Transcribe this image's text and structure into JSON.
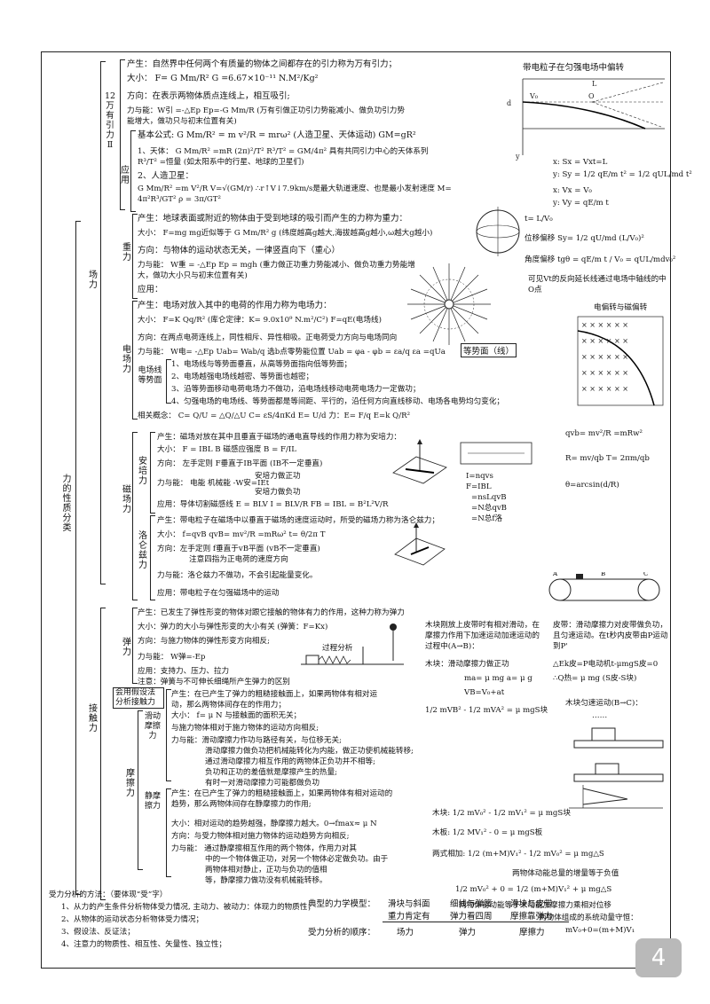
{
  "tree": {
    "root": "力的性质分类",
    "field_force": "场力",
    "contact_force": "接触力",
    "gravitation_label": "12万有引力Ⅱ",
    "gravity_label": "重力",
    "electric_label": "电场力",
    "magnetic_label": "磁场力",
    "ampere_label": "安培力",
    "lorentz_label": "洛仑兹力",
    "elastic_label": "弹力",
    "friction_label": "摩擦力",
    "sliding_label": "滑动摩擦力",
    "static_label": "静摩擦力",
    "app_label": "应用",
    "eq_surface_label": "电场线等势面",
    "hypothesis_box": "会用假设法分析接触力"
  },
  "gravitation": {
    "origin": "产生：自然界中任何两个有质量的物体之间都存在的引力称为万有引力；",
    "size": "大小： F= G Mm/R²  G =6.67×10⁻¹¹ N.M²/Kg²",
    "direction": "方向：在表示两物体质点连线上，相互吸引;",
    "work": "力与能：W引 =-△Ep  Ep=-G Mm/R (万有引做正功引力势能减小、做负功引力势能增大，做功只与初末位置有关)",
    "formula": "基本公式: G Mm/R² = m v²/R = mrω² (人造卫星、天体运动) GM=gR²",
    "app1": "1、天体： G Mm/R² =mR (2π)²/T²  R³/T² = GM/4π²  具有共同引力中心的天体系列 R³/T² =恒量 (如太阳系中的行星、地球的卫星们)",
    "app2": "2、人造卫星：",
    "app2b": "G Mm/R² =m V²/R   V=√(GM/r)   ∴r↑V↓7.9km/s是最大轨道速度、也是最小发射速度   M= 4π²R³/GT²   ρ = 3π/GT²"
  },
  "gravity": {
    "origin": "产生：地球表面或附近的物体由于受到地球的吸引而产生的力称为重力：",
    "size": "大小： F=mg  mg近似等于 G Mm/R² g (纬度越高g越大,海拔越高g越小,ω越大g越小)",
    "direction": "方向：与物体的运动状态无关，一律竖直向下（重心）",
    "work": "力与能： W重 = -△Ep    Ep = mgh (重力做正功重力势能减小、做负功重力势能增大，做功大小只与初末位置有关)",
    "app": "应用："
  },
  "electric": {
    "origin": "产生：电场对放入其中的电荷的作用力称为电场力：",
    "size": "大小： F=K Qq/R² (库仑定律：K= 9.0x10⁹ N.m²/C²)   F=qE(电场线)",
    "direction": "方向：在两点电荷连线上，同性相斥、异性相吸。正电荷受力方向与电场同向",
    "work": "力与能： W电= -△Ep  Uab= Wab/q 选b点零势能位置  Uab = φa - φb = εa/q  εa =qUa",
    "eq1": "1、电场线与等势面垂直，从高等势面指向低等势面；",
    "eq2": "2、电场越强电场线越密、等势面也越密；",
    "eq3": "3、沿等势面移动电荷电场力不做功，沿电场线移动电荷电场力一定做功；",
    "eq4": "4、匀强电场的电场线、等势面都是等间距、平行的，沿任何方向直线移动、电场各电势均匀变化；",
    "related": "相关概念： C= Q/U = △Q/△U   C= εS/4πKd   E= U/d   力：E= F/q  E=k Q/R²",
    "eq_surface_box": "等势面（线）"
  },
  "ampere": {
    "origin": "产生：磁场对放在其中且垂直于磁场的通电直导线的作用力称为安培力：",
    "size": "大小： F = IBL  B 磁感应强度 B = F/IL",
    "direction": "方向： 左手定则    F垂直于IB平面 (IB不一定垂直)",
    "work1": "安培力做正功",
    "work_mid": "力与能：   电能                            机械能    -W安=IEt",
    "work2": "安培力做负功",
    "app": "应用：导体切割磁感线  E = BLV   I = BLV/R   FB = IBL = B²L²V/R"
  },
  "lorentz": {
    "origin": "产生：带电粒子在磁场中以垂直于磁场的速度运动时，所受的磁场力称为洛仑兹力；",
    "size": "大小： f=qvB  qvB= mv²/R =mRω²    t= θ/2π T",
    "direction": "方向：左手定则     f垂直于vB平面 (vB不一定垂直)",
    "note": "注意四指为正电荷的速度方向",
    "work": "力与能：洛仑兹力不做功，不会引起能量变化。",
    "app": "应用：带电粒子在匀强磁场中的运动"
  },
  "elastic": {
    "origin": "产生：已发生了弹性形变的物体对跟它接触的物体有力的作用，这种力称为弹力",
    "size": "大小：弹力的大小与弹性形变的大小有关 (弹簧：F=Kx)",
    "direction": "方向：与施力物体的弹性形变方向相反;",
    "work": "力与能： W弹=-Ep",
    "app": "应用：支持力、压力、拉力",
    "note": "注意：弹簧与不可伸长细绳所产生弹力的区别",
    "process": "过程分析"
  },
  "sliding": {
    "origin": "产生：在已产生了弹力的粗糙接触面上，如果两物体有相对运动，那么两物体间存在的作用力；",
    "size": "大小： f= μ N    与接触面的面积无关；",
    "direction": "方向：与相对运动方向相反",
    "direction2": "与施力物体相对于施力物体的运动方向相反;",
    "work1": "力与能：滑动摩擦力作功与路径有关，与位移无关;",
    "work2": "滑动摩擦力做负功把机械能转化为内能，做正功使机械能转移;",
    "work3": "通过滑动摩擦力相互作用的两物体正负功并不相等;",
    "work4": "负功和正功的差值就是摩擦产生的热量;",
    "work5": "有时一对滑动摩擦力可能都做负功"
  },
  "static": {
    "origin": "产生：在已产生了弹力的粗糙接触面上，如果两物体有相对运动的趋势，那么两物体间存在静摩擦力的作用;",
    "size": "大小：相对运动的趋势越强，静摩擦力越大。0→fmax≈ μ N",
    "direction": "方向：与受力物体相对施力物体的运动趋势方向相反;",
    "work1": "力与能：  通过静摩擦相互作用的两个物体，作用力对其",
    "work2": "中的一个物体做正功，对另一个物体必定做负功。由于两物体相对静止，正功与负功的值相",
    "work3": "等，静摩擦力做功没有机械能转移。"
  },
  "method": {
    "title": "受力分析的方法：（要体现“受”字）",
    "m1": "1、从力的产生条件分析物体受力情况, 主动力、被动力：体现力的物质性；",
    "m2": "2、从物体的运动状态分析物体受力情况；",
    "m3": "3、假设法、反证法；",
    "m4": "4、注意力的物质性、相互性、矢量性、独立性；"
  },
  "models_table": {
    "row1_label": "典型的力学模型：",
    "row1": [
      "滑块与斜面",
      "细线与弹簧",
      "滑块与皮带"
    ],
    "row2": [
      "重力肯定有",
      "弹力看四周",
      "摩擦靠弹力"
    ],
    "row3_label": "受力分析的顺序：",
    "row3": [
      "场力",
      "弹力",
      "摩擦力"
    ]
  },
  "right": {
    "deflect_title": "带电粒子在匀强电场中偏转",
    "dL": "L",
    "x_eq": "x: Sx = Vxt=L",
    "y_eq": "y: Sy = 1/2 qE/m t² = 1/2 qUL/md t²",
    "vx_eq": "x: Vx = V₀",
    "vy_eq": "y: Vy = qE/m t",
    "t_eq": "t= L/V₀",
    "offset": "位移偏移 Sy= 1/2 qU/md (L/V₀)²",
    "angle": "角度偏移 tgθ = qE/m t / V₀ = qUL/mdv₀²",
    "vt_note": "可见Vt的反向延长线通过电场中轴线的中O点",
    "em_title": "电偏转与磁偏转",
    "qvb": "qvb= mv²/R =mRw²",
    "R": "R= mv/qb     T= 2πm/qb",
    "theta": "θ=arcsin(d/R)",
    "ampere_I": "I=nqvs",
    "ampere_F": "F=IBL",
    "ampere_n1": "=nsLqvB",
    "ampere_n2": "=N总qvB",
    "ampere_n3": "=N总f洛",
    "belt_note1": "木块刚放上皮带时有相对滑动，在摩擦力作用下加速运动加速运动的过程中(A→B)：",
    "belt_note2": "木块：滑动摩擦力做正功",
    "belt_eq1": "ma= μ mg  a= μ g",
    "belt_eq2": "VB=V₀+at",
    "belt_eq3": "1/2 mVB² - 1/2 mVA² = μ mgS块",
    "belt_right1": "皮带：滑动摩擦力对皮带做负功，且匀速运动。在t秒内皮带由P运动到P'",
    "belt_right2": "△Ek皮=P电动机t-μmgS皮=0",
    "belt_right3": "∴Q热= μ mg (S皮-S块)",
    "belt_right4": "木块匀速运动(B→C)：",
    "belt_right5": "……",
    "plank1": "木块: 1/2 mV₀² - 1/2 mV₁² = μ mgS块",
    "plank2": "木板: 1/2 MV₁² - 0 = μ mgS板",
    "plank3": "两式相加: 1/2 (m+M)V₁² - 1/2 mV₀² = μ mg△S",
    "plank4": "两物体动能总量的增量等于负值",
    "plank5": "1/2 mV₀² + 0 = 1/2 (m+M)V₁² + μ mg△S",
    "plank6": "两物体初动能等于末动能加摩擦力乘相对位移",
    "plank7": "两物体组成的系统动量守恒：",
    "plank8": "mV₀+0=(m+M)V₁"
  },
  "page_number": "4"
}
